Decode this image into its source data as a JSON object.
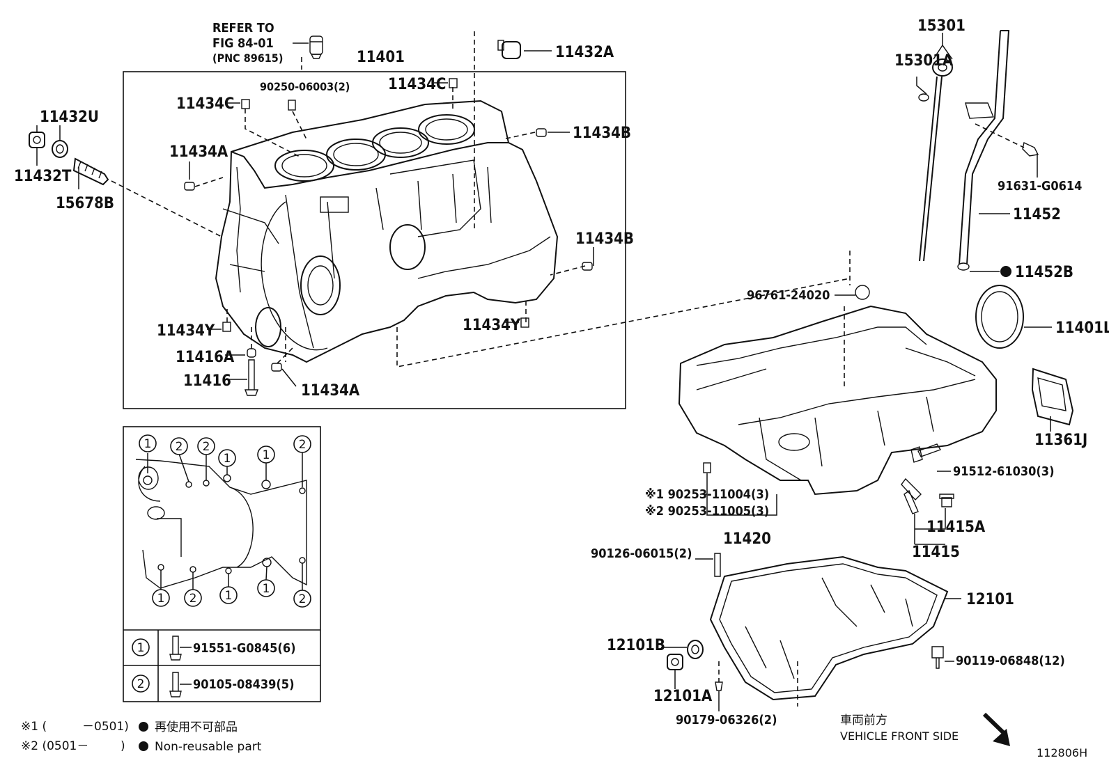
{
  "refer": {
    "line1": "REFER TO",
    "line2": "FIG 84-01",
    "line3": "(PNC 89615)"
  },
  "labels": {
    "p11401": "11401",
    "p11432A": "11432A",
    "p90250": "90250-06003(2)",
    "p11434C_top": "11434C",
    "p11434C_left": "11434C",
    "p11434B_top": "11434B",
    "p11434B_right": "11434B",
    "p11434A_left": "11434A",
    "p11434A_bottom": "11434A",
    "p11432U": "11432U",
    "p11432T": "11432T",
    "p15678B": "15678B",
    "p11434Y_left": "11434Y",
    "p11434Y_right": "11434Y",
    "p11416A": "11416A",
    "p11416": "11416",
    "p15301": "15301",
    "p15301A": "15301A",
    "p91631": "91631-G0614",
    "p11452": "11452",
    "p11452B": "11452B",
    "p96761": "96761-24020",
    "p11401L": "11401L",
    "p11361J": "11361J",
    "p91512": "91512-61030(3)",
    "p90253a": "※1 90253-11004(3)",
    "p90253b": "※2 90253-11005(3)",
    "p11420": "11420",
    "p11415A": "11415A",
    "p11415": "11415",
    "p90126": "90126-06015(2)",
    "p12101": "12101",
    "p12101B": "12101B",
    "p12101A": "12101A",
    "p90119": "90119-06848(12)",
    "p90179": "90179-06326(2)"
  },
  "inset": {
    "row1_num": "1",
    "row1_part": "91551-G0845(6)",
    "row2_num": "2",
    "row2_part": "90105-08439(5)",
    "marks": [
      "1",
      "2",
      "2",
      "1",
      "1",
      "2",
      "1",
      "2",
      "1",
      "1",
      "2"
    ]
  },
  "legend": {
    "note1_sym": "※1 (",
    "note1_range": "－0501)",
    "note2_sym": "※2 (0501－",
    "note2_range": ")",
    "jp_text": "再使用不可部品",
    "en_text": "Non-reusable part"
  },
  "front": {
    "jp": "車両前方",
    "en": "VEHICLE FRONT SIDE"
  },
  "figure_id": "112806H"
}
